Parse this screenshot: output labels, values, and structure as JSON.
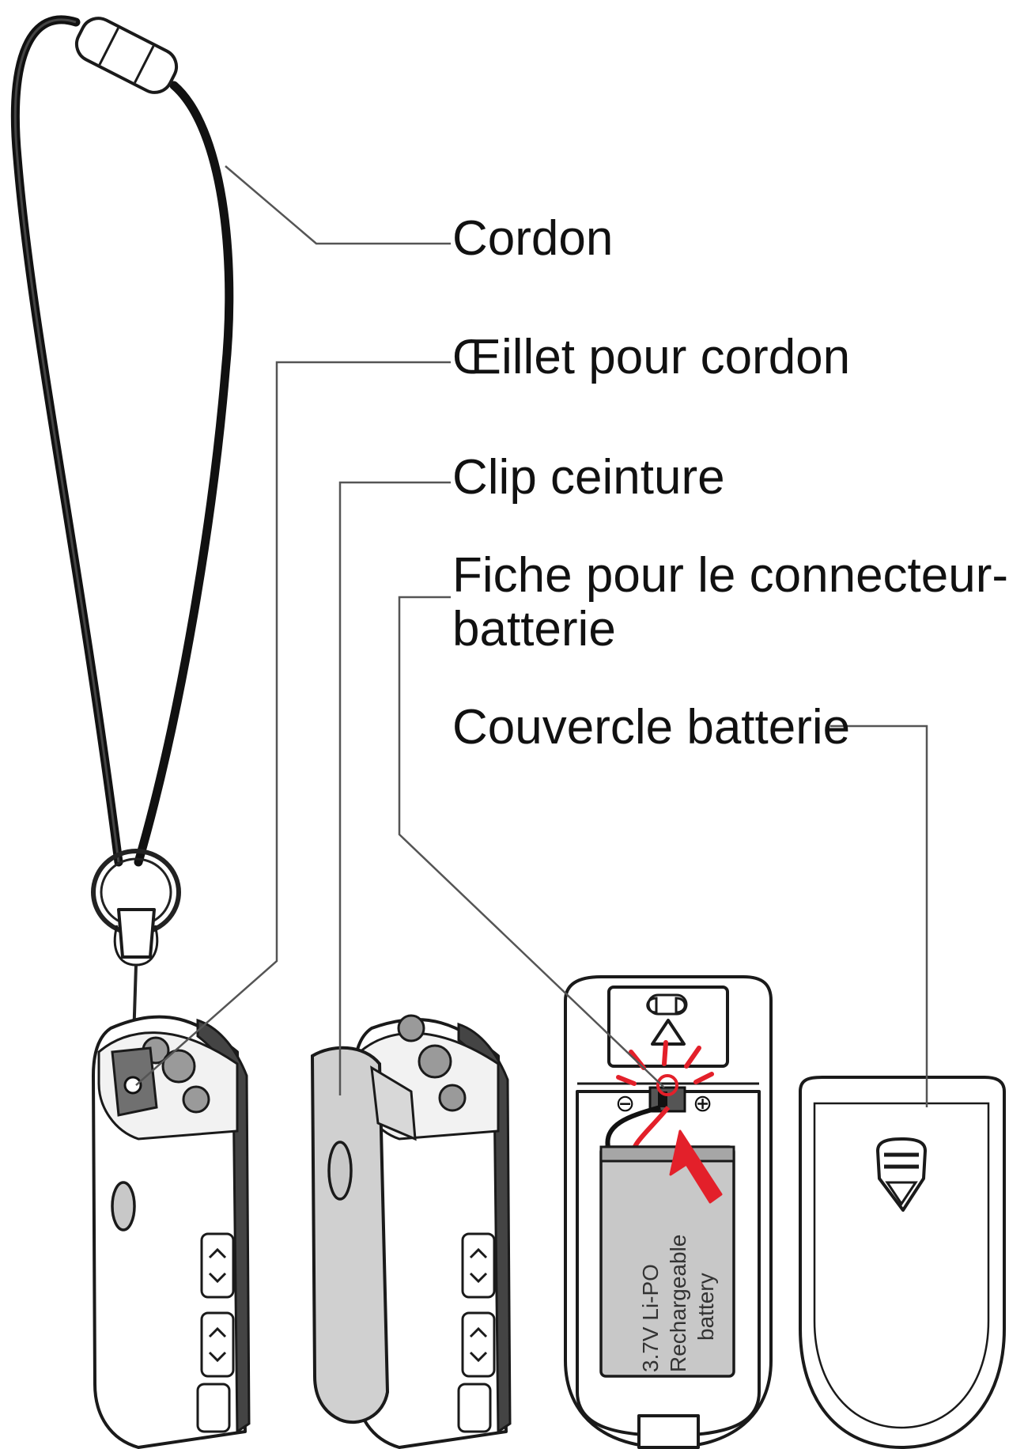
{
  "labels": {
    "cordon": "Cordon",
    "oeillet": "Œillet pour cordon",
    "clip": "Clip ceinture",
    "fiche_line1": "Fiche pour le connecteur-",
    "fiche_line2": "batterie",
    "couvercle": "Couvercle batterie"
  },
  "battery_text": {
    "line1": "3.7V Li-PO",
    "line2": "Rechargeable",
    "line3": "battery"
  },
  "polarity": {
    "minus": "⊖",
    "plus": "⊕"
  },
  "colors": {
    "highlight_red": "#e3202a",
    "wire_black": "#111111",
    "battery_grey": "#c8c8c8"
  },
  "icons": [
    "lanyard-icon",
    "ring-icon",
    "device-icon",
    "belt-clip-icon",
    "battery-icon",
    "battery-cover-icon",
    "arrow-icon"
  ]
}
